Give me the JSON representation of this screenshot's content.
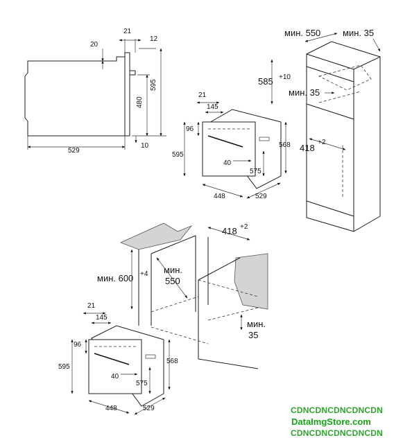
{
  "side_view": {
    "d_21": "21",
    "d_20": "20",
    "d_12": "12",
    "d_595": "595",
    "d_480": "480",
    "d_529": "529",
    "d_10": "10"
  },
  "oven_top": {
    "d_21": "21",
    "d_145": "145",
    "d_96": "96",
    "d_595": "595",
    "d_568": "568",
    "d_40": "40",
    "d_575": "575",
    "d_448": "448",
    "d_529": "529"
  },
  "tall_cabinet": {
    "min_550": "мин. 550",
    "min_35_top": "мин. 35",
    "h_585": "585",
    "h_585_tol": "+10",
    "min_35_mid": "мин. 35",
    "w_418": "418",
    "w_418_tol": "+2"
  },
  "under_counter": {
    "w_418": "418",
    "w_418_tol": "+2",
    "h_600": "мин. 600",
    "h_600_tol": "+4",
    "min_label": "мин.",
    "min_550": "550",
    "min2_label": "мин.",
    "min2_35": "35"
  },
  "oven_bottom": {
    "d_21": "21",
    "d_145": "145",
    "d_96": "96",
    "d_595": "595",
    "d_568": "568",
    "d_40": "40",
    "d_575": "575",
    "d_448": "448",
    "d_529": "529"
  },
  "watermark": {
    "line1": "CDNCDNCDNCDNCDN",
    "line2": "DataImgStore.com",
    "line3": "CDNCDNCDNCDNCDN"
  }
}
